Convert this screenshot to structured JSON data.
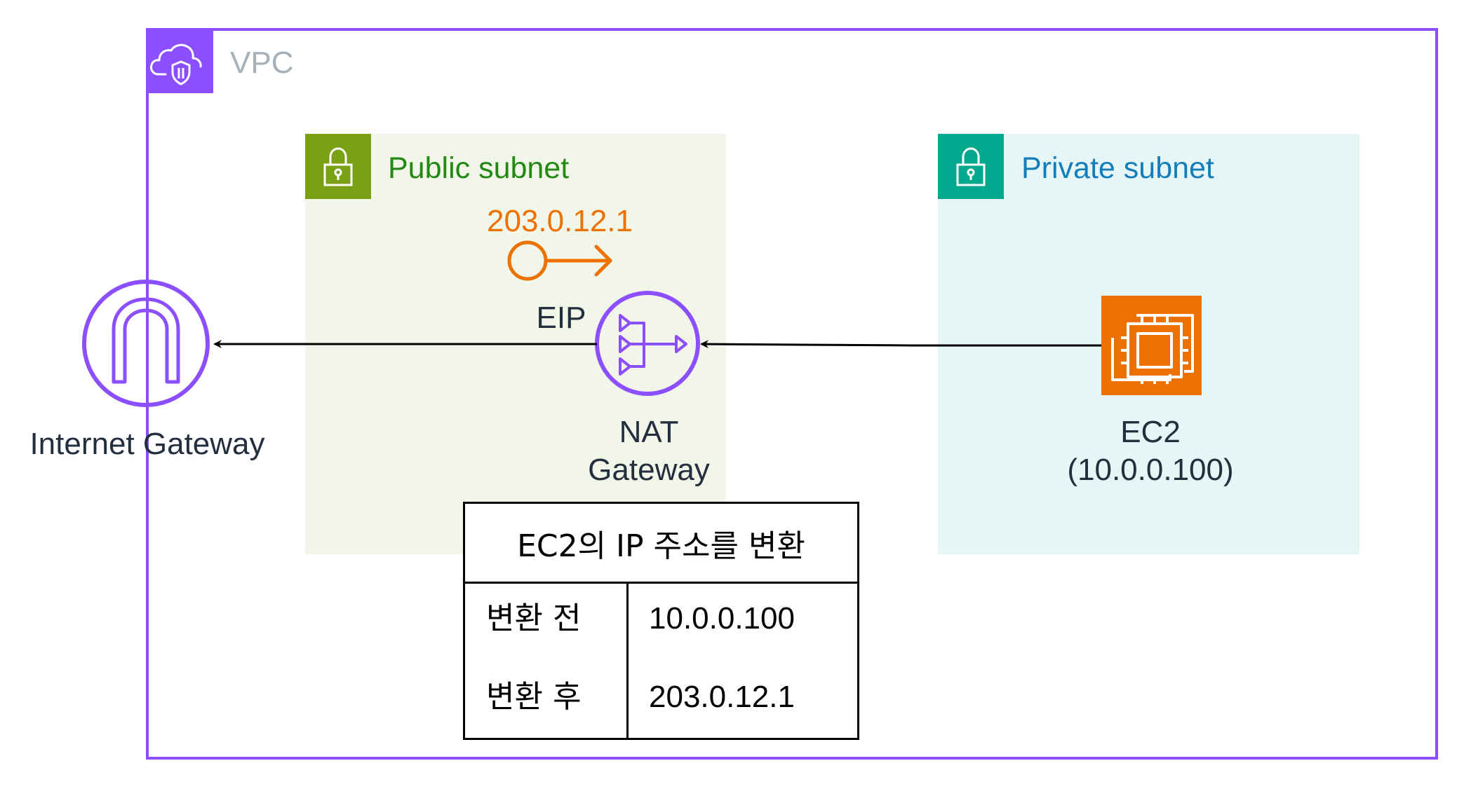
{
  "vpc": {
    "label": "VPC",
    "accent_color": "#8c4fff"
  },
  "public_subnet": {
    "label": "Public subnet",
    "accent_color": "#7aa116",
    "text_color": "#248814"
  },
  "private_subnet": {
    "label": "Private subnet",
    "accent_color": "#01a88d",
    "text_color": "#147eba"
  },
  "eip": {
    "ip": "203.0.12.1",
    "label": "EIP",
    "color": "#ed7100"
  },
  "internet_gateway": {
    "label": "Internet Gateway",
    "icon": "internet-gateway-icon"
  },
  "nat_gateway": {
    "label_line1": "NAT",
    "label_line2": "Gateway",
    "icon": "nat-gateway-icon"
  },
  "ec2": {
    "label_line1": "EC2",
    "label_line2": "(10.0.0.100)",
    "icon": "ec2-instance-icon",
    "color": "#ed7100"
  },
  "table": {
    "title": "EC2의 IP 주소를 변환",
    "rows": [
      {
        "key": "변환 전",
        "value": "10.0.0.100"
      },
      {
        "key": "변환 후",
        "value": "203.0.12.1"
      }
    ]
  }
}
